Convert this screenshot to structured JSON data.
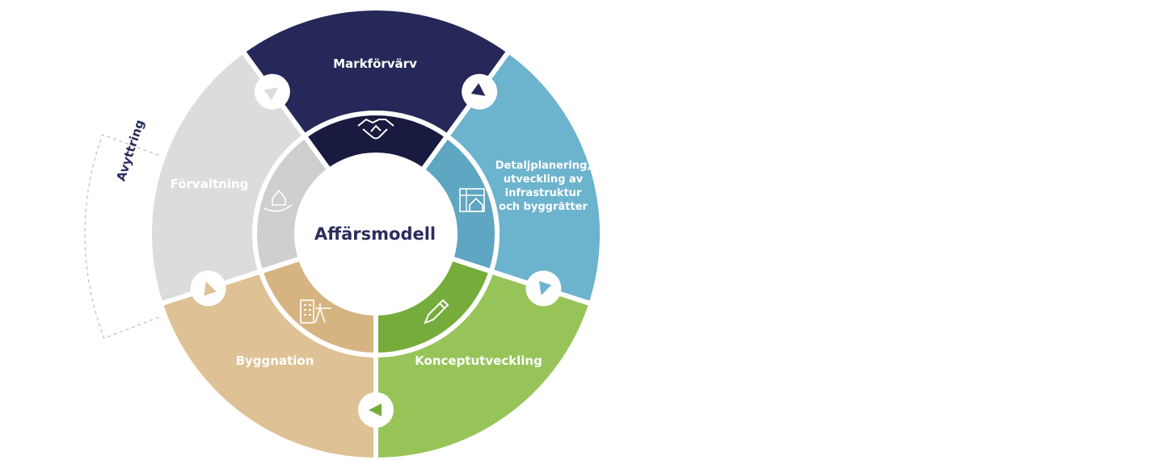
{
  "diagram": {
    "center": {
      "label": "Affärsmodell"
    },
    "outer_arc": {
      "label": "Avyttring"
    },
    "segments": [
      {
        "key": "markforvarv",
        "label_lines": [
          "Markförvärv"
        ],
        "icon": "handshake-icon",
        "color": "#262859",
        "inner_color": "#181a40"
      },
      {
        "key": "detaljplanering",
        "label_lines": [
          "Detaljplanering,",
          "utveckling av",
          "infrastruktur",
          "och byggrätter"
        ],
        "icon": "site-plan-icon",
        "color": "#6cb3cd",
        "inner_color": "#5ea6c2"
      },
      {
        "key": "konceptutveckling",
        "label_lines": [
          "Konceptutveckling"
        ],
        "icon": "pen-icon",
        "color": "#97c459",
        "inner_color": "#76ac3c"
      },
      {
        "key": "byggnation",
        "label_lines": [
          "Byggnation"
        ],
        "icon": "crane-building-icon",
        "color": "#dec194",
        "inner_color": "#d6b482"
      },
      {
        "key": "forvaltning",
        "label_lines": [
          "Förvaltning"
        ],
        "icon": "house-in-hand-icon",
        "color": "#dcdcdc",
        "inner_color": "#cfcfcf"
      }
    ],
    "colors": {
      "center_text": "#2b2d5e",
      "arc_text": "#2b2d5e",
      "arc_line": "#bdbdbd",
      "ring_stroke": "#ffffff"
    }
  }
}
